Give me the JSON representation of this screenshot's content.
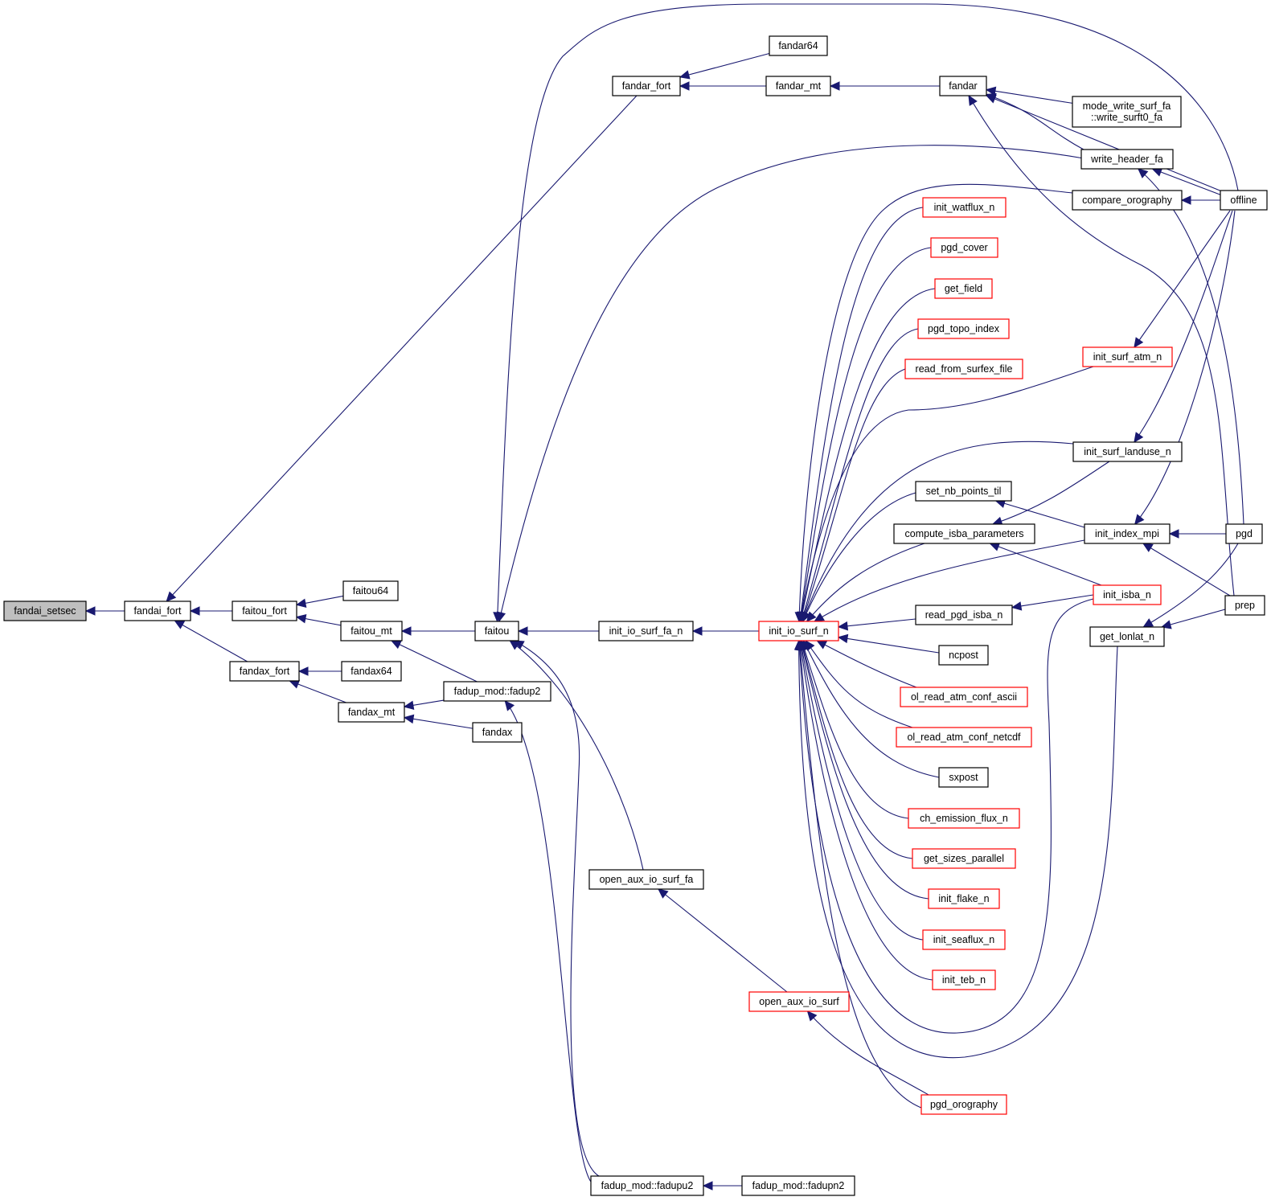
{
  "diagram": {
    "type": "caller-graph",
    "root": "fandai_setsec",
    "colors": {
      "edge": "#191970",
      "root_fill": "#bfbfbf",
      "truncated_border": "#ff0000",
      "normal_border": "#000000"
    },
    "nodes": [
      {
        "id": "fandai_setsec",
        "label": "fandai_setsec",
        "style": "root"
      },
      {
        "id": "fandai_fort",
        "label": "fandai_fort",
        "style": "normal"
      },
      {
        "id": "faitou_fort",
        "label": "faitou_fort",
        "style": "normal"
      },
      {
        "id": "fandax_fort",
        "label": "fandax_fort",
        "style": "normal"
      },
      {
        "id": "faitou64",
        "label": "faitou64",
        "style": "normal"
      },
      {
        "id": "faitou_mt",
        "label": "faitou_mt",
        "style": "normal"
      },
      {
        "id": "fandax64",
        "label": "fandax64",
        "style": "normal"
      },
      {
        "id": "fandax_mt",
        "label": "fandax_mt",
        "style": "normal"
      },
      {
        "id": "fandar_fort",
        "label": "fandar_fort",
        "style": "normal"
      },
      {
        "id": "fandar64",
        "label": "fandar64",
        "style": "normal"
      },
      {
        "id": "fandar_mt",
        "label": "fandar_mt",
        "style": "normal"
      },
      {
        "id": "faitou",
        "label": "faitou",
        "style": "normal"
      },
      {
        "id": "fadup2",
        "label": "fadup_mod::fadup2",
        "style": "normal"
      },
      {
        "id": "fandax",
        "label": "fandax",
        "style": "normal"
      },
      {
        "id": "init_io_surf_fa_n",
        "label": "init_io_surf_fa_n",
        "style": "normal"
      },
      {
        "id": "open_aux_io_surf_fa",
        "label": "open_aux_io_surf_fa",
        "style": "normal"
      },
      {
        "id": "fadupu2",
        "label": "fadup_mod::fadupu2",
        "style": "normal"
      },
      {
        "id": "fadupn2",
        "label": "fadup_mod::fadupn2",
        "style": "normal"
      },
      {
        "id": "init_io_surf_n",
        "label": "init_io_surf_n",
        "style": "truncated"
      },
      {
        "id": "open_aux_io_surf",
        "label": "open_aux_io_surf",
        "style": "truncated"
      },
      {
        "id": "fandar",
        "label": "fandar",
        "style": "normal"
      },
      {
        "id": "write_surft0_fa",
        "label": "mode_write_surf_fa\n::write_surft0_fa",
        "style": "normal"
      },
      {
        "id": "write_header_fa",
        "label": "write_header_fa",
        "style": "normal"
      },
      {
        "id": "compare_orography",
        "label": "compare_orography",
        "style": "normal"
      },
      {
        "id": "init_watflux_n",
        "label": "init_watflux_n",
        "style": "truncated"
      },
      {
        "id": "pgd_cover",
        "label": "pgd_cover",
        "style": "truncated"
      },
      {
        "id": "get_field",
        "label": "get_field",
        "style": "truncated"
      },
      {
        "id": "pgd_topo_index",
        "label": "pgd_topo_index",
        "style": "truncated"
      },
      {
        "id": "read_from_surfex_file",
        "label": "read_from_surfex_file",
        "style": "truncated"
      },
      {
        "id": "init_surf_atm_n",
        "label": "init_surf_atm_n",
        "style": "truncated"
      },
      {
        "id": "init_surf_landuse_n",
        "label": "init_surf_landuse_n",
        "style": "normal"
      },
      {
        "id": "set_nb_points_til",
        "label": "set_nb_points_til",
        "style": "normal"
      },
      {
        "id": "compute_isba_parameters",
        "label": "compute_isba_parameters",
        "style": "normal"
      },
      {
        "id": "init_index_mpi",
        "label": "init_index_mpi",
        "style": "normal"
      },
      {
        "id": "init_isba_n",
        "label": "init_isba_n",
        "style": "truncated"
      },
      {
        "id": "read_pgd_isba_n",
        "label": "read_pgd_isba_n",
        "style": "normal"
      },
      {
        "id": "get_lonlat_n",
        "label": "get_lonlat_n",
        "style": "normal"
      },
      {
        "id": "ncpost",
        "label": "ncpost",
        "style": "normal"
      },
      {
        "id": "ol_read_atm_conf_ascii",
        "label": "ol_read_atm_conf_ascii",
        "style": "truncated"
      },
      {
        "id": "ol_read_atm_conf_netcdf",
        "label": "ol_read_atm_conf_netcdf",
        "style": "truncated"
      },
      {
        "id": "sxpost",
        "label": "sxpost",
        "style": "normal"
      },
      {
        "id": "ch_emission_flux_n",
        "label": "ch_emission_flux_n",
        "style": "truncated"
      },
      {
        "id": "get_sizes_parallel",
        "label": "get_sizes_parallel",
        "style": "truncated"
      },
      {
        "id": "init_flake_n",
        "label": "init_flake_n",
        "style": "truncated"
      },
      {
        "id": "init_seaflux_n",
        "label": "init_seaflux_n",
        "style": "truncated"
      },
      {
        "id": "init_teb_n",
        "label": "init_teb_n",
        "style": "truncated"
      },
      {
        "id": "pgd_orography",
        "label": "pgd_orography",
        "style": "truncated"
      },
      {
        "id": "offline",
        "label": "offline",
        "style": "normal"
      },
      {
        "id": "pgd",
        "label": "pgd",
        "style": "normal"
      },
      {
        "id": "prep",
        "label": "prep",
        "style": "normal"
      }
    ],
    "edges": [
      {
        "caller": "fandai_fort",
        "callee": "fandai_setsec"
      },
      {
        "caller": "faitou_fort",
        "callee": "fandai_fort"
      },
      {
        "caller": "fandax_fort",
        "callee": "fandai_fort"
      },
      {
        "caller": "fandar_fort",
        "callee": "fandai_fort"
      },
      {
        "caller": "faitou64",
        "callee": "faitou_fort"
      },
      {
        "caller": "faitou_mt",
        "callee": "faitou_fort"
      },
      {
        "caller": "fandax64",
        "callee": "fandax_fort"
      },
      {
        "caller": "fandax_mt",
        "callee": "fandax_fort"
      },
      {
        "caller": "fandar64",
        "callee": "fandar_fort"
      },
      {
        "caller": "fandar_mt",
        "callee": "fandar_fort"
      },
      {
        "caller": "faitou",
        "callee": "faitou_mt"
      },
      {
        "caller": "fadup2",
        "callee": "faitou_mt"
      },
      {
        "caller": "fadup2",
        "callee": "fandax_mt"
      },
      {
        "caller": "fandax",
        "callee": "fandax_mt"
      },
      {
        "caller": "fandar",
        "callee": "fandar_mt"
      },
      {
        "caller": "init_io_surf_fa_n",
        "callee": "faitou"
      },
      {
        "caller": "open_aux_io_surf_fa",
        "callee": "faitou"
      },
      {
        "caller": "fadupu2",
        "callee": "faitou"
      },
      {
        "caller": "offline",
        "callee": "faitou"
      },
      {
        "caller": "write_header_fa",
        "callee": "faitou"
      },
      {
        "caller": "fadupu2",
        "callee": "fadup2"
      },
      {
        "caller": "fadupn2",
        "callee": "fadupu2"
      },
      {
        "caller": "init_io_surf_n",
        "callee": "init_io_surf_fa_n"
      },
      {
        "caller": "open_aux_io_surf",
        "callee": "open_aux_io_surf_fa"
      },
      {
        "caller": "pgd_orography",
        "callee": "open_aux_io_surf"
      },
      {
        "caller": "offline",
        "callee": "fandar"
      },
      {
        "caller": "write_surft0_fa",
        "callee": "fandar"
      },
      {
        "caller": "write_header_fa",
        "callee": "fandar"
      },
      {
        "caller": "prep",
        "callee": "fandar"
      },
      {
        "caller": "offline",
        "callee": "write_header_fa"
      },
      {
        "caller": "pgd",
        "callee": "write_header_fa"
      },
      {
        "caller": "offline",
        "callee": "compare_orography"
      },
      {
        "caller": "compare_orography",
        "callee": "init_io_surf_n"
      },
      {
        "caller": "init_watflux_n",
        "callee": "init_io_surf_n"
      },
      {
        "caller": "pgd_cover",
        "callee": "init_io_surf_n"
      },
      {
        "caller": "get_field",
        "callee": "init_io_surf_n"
      },
      {
        "caller": "pgd_topo_index",
        "callee": "init_io_surf_n"
      },
      {
        "caller": "read_from_surfex_file",
        "callee": "init_io_surf_n"
      },
      {
        "caller": "init_surf_atm_n",
        "callee": "init_io_surf_n"
      },
      {
        "caller": "init_surf_landuse_n",
        "callee": "init_io_surf_n"
      },
      {
        "caller": "set_nb_points_til",
        "callee": "init_io_surf_n"
      },
      {
        "caller": "compute_isba_parameters",
        "callee": "init_io_surf_n"
      },
      {
        "caller": "init_index_mpi",
        "callee": "init_io_surf_n"
      },
      {
        "caller": "read_pgd_isba_n",
        "callee": "init_io_surf_n"
      },
      {
        "caller": "ncpost",
        "callee": "init_io_surf_n"
      },
      {
        "caller": "ol_read_atm_conf_ascii",
        "callee": "init_io_surf_n"
      },
      {
        "caller": "ol_read_atm_conf_netcdf",
        "callee": "init_io_surf_n"
      },
      {
        "caller": "sxpost",
        "callee": "init_io_surf_n"
      },
      {
        "caller": "ch_emission_flux_n",
        "callee": "init_io_surf_n"
      },
      {
        "caller": "get_sizes_parallel",
        "callee": "init_io_surf_n"
      },
      {
        "caller": "init_flake_n",
        "callee": "init_io_surf_n"
      },
      {
        "caller": "init_seaflux_n",
        "callee": "init_io_surf_n"
      },
      {
        "caller": "init_teb_n",
        "callee": "init_io_surf_n"
      },
      {
        "caller": "init_isba_n",
        "callee": "init_io_surf_n"
      },
      {
        "caller": "get_lonlat_n",
        "callee": "init_io_surf_n"
      },
      {
        "caller": "pgd_orography",
        "callee": "init_io_surf_n"
      },
      {
        "caller": "offline",
        "callee": "init_surf_atm_n"
      },
      {
        "caller": "offline",
        "callee": "init_surf_landuse_n"
      },
      {
        "caller": "init_index_mpi",
        "callee": "set_nb_points_til"
      },
      {
        "caller": "init_surf_landuse_n",
        "callee": "compute_isba_parameters"
      },
      {
        "caller": "init_isba_n",
        "callee": "compute_isba_parameters"
      },
      {
        "caller": "offline",
        "callee": "init_index_mpi"
      },
      {
        "caller": "pgd",
        "callee": "init_index_mpi"
      },
      {
        "caller": "prep",
        "callee": "init_index_mpi"
      },
      {
        "caller": "init_isba_n",
        "callee": "read_pgd_isba_n"
      },
      {
        "caller": "pgd",
        "callee": "get_lonlat_n"
      },
      {
        "caller": "prep",
        "callee": "get_lonlat_n"
      }
    ]
  }
}
